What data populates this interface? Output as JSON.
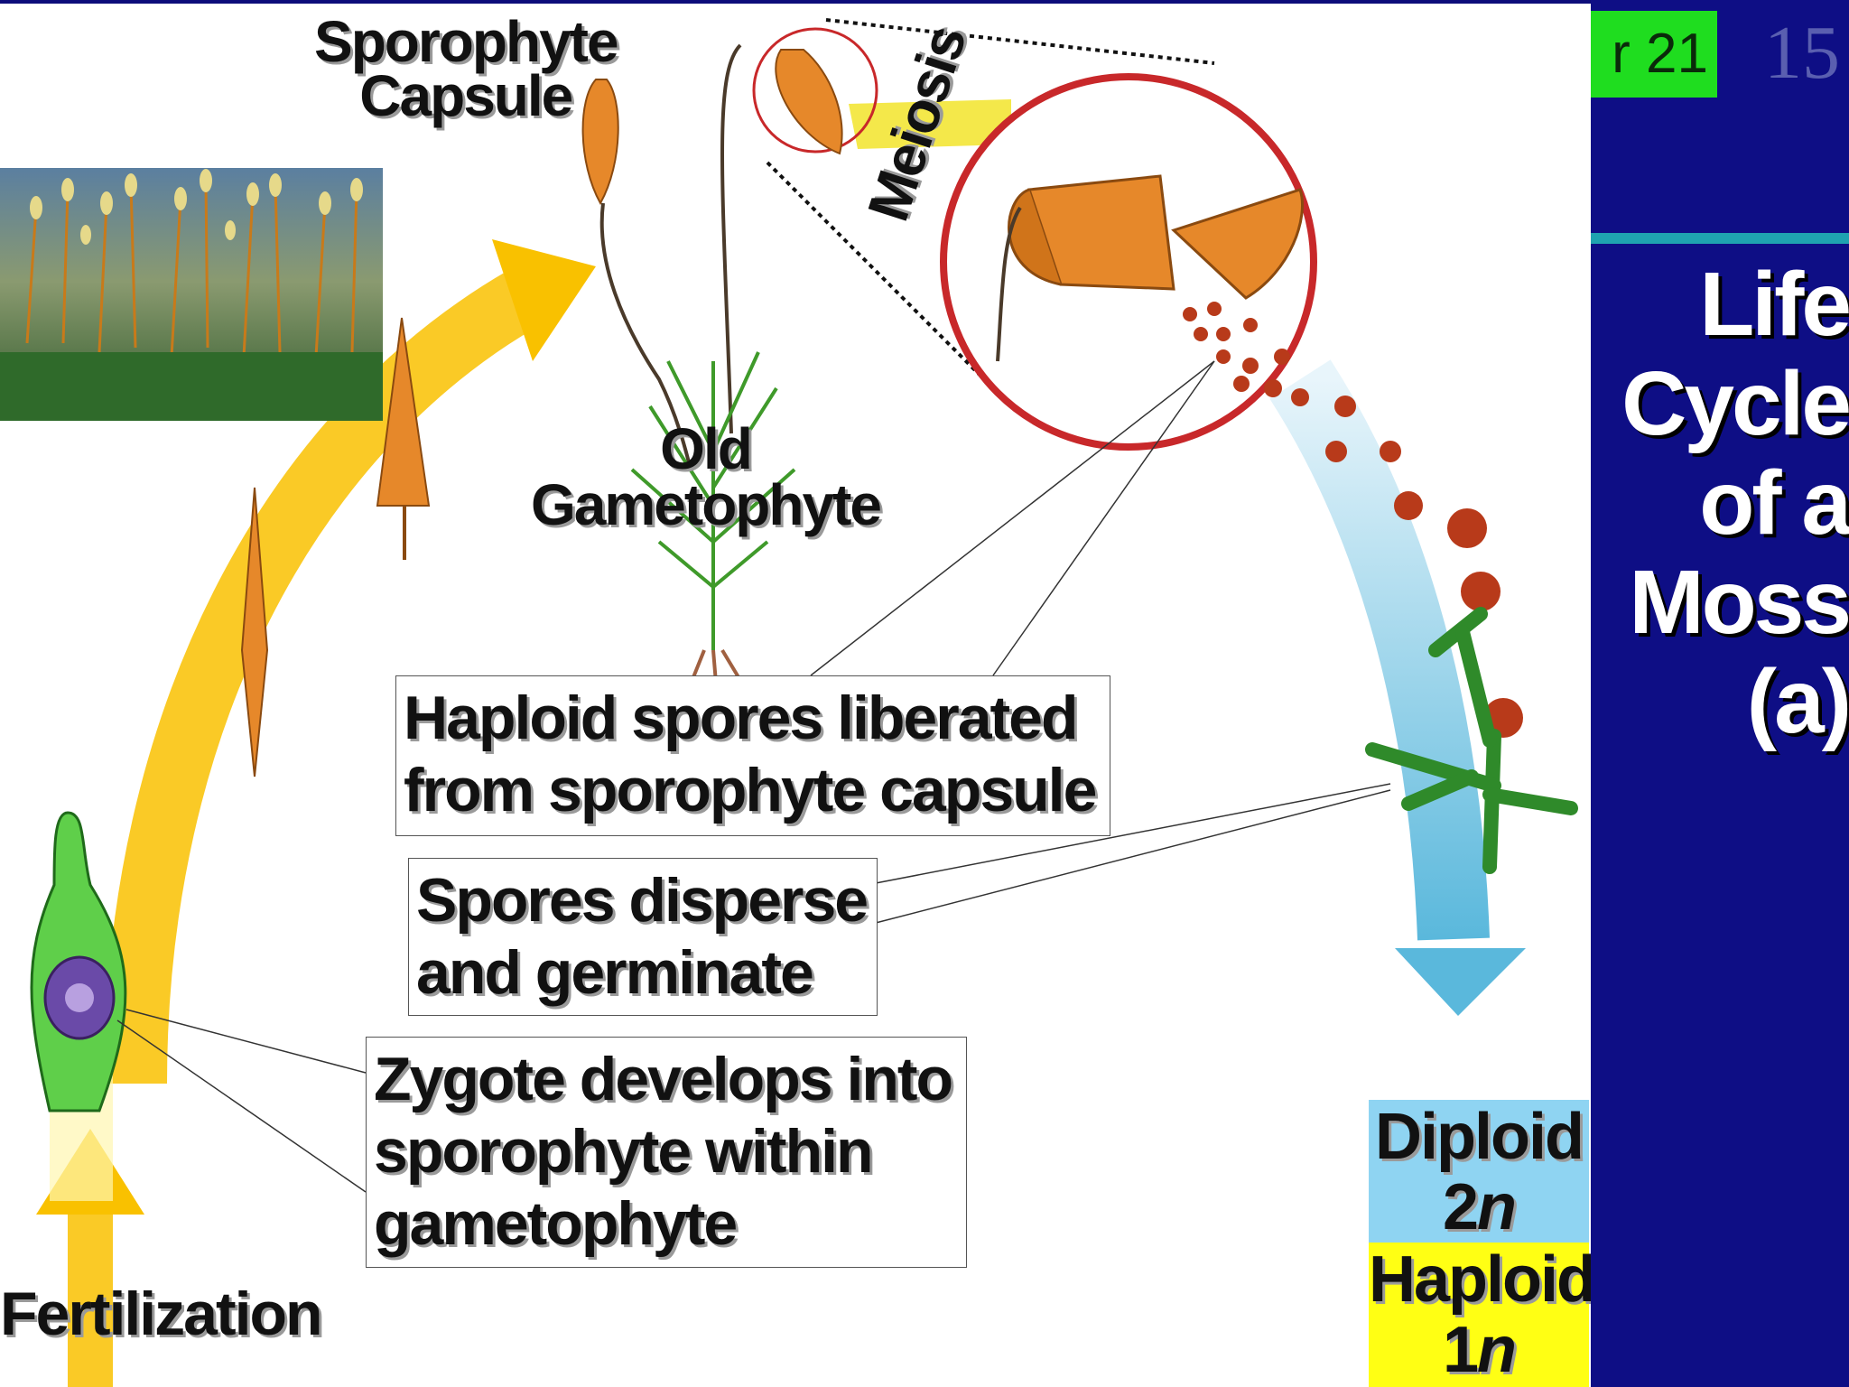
{
  "header": {
    "chapter_badge": "r 21",
    "page_number": "15"
  },
  "sidebar": {
    "title_lines": [
      "Life",
      "Cycle",
      "of a",
      "Moss",
      "(a)"
    ]
  },
  "labels": {
    "sporophyte_capsule": [
      "Sporophyte",
      "Capsule"
    ],
    "meiosis": "Meiosis",
    "old_gametophyte": [
      "Old",
      "Gametophyte"
    ],
    "fertilization": "Fertilization"
  },
  "callouts": {
    "haploid_spores": [
      "Haploid spores liberated",
      "from sporophyte capsule"
    ],
    "spores_disperse": [
      "Spores disperse",
      "and germinate"
    ],
    "zygote_develops": [
      "Zygote develops into",
      "sporophyte within",
      "gametophyte"
    ]
  },
  "legend": {
    "diploid": {
      "label": "Diploid",
      "ploidy_num": "2",
      "ploidy_var": "n",
      "color": "#8fd4f2"
    },
    "haploid": {
      "label": "Haploid",
      "ploidy_num": "1",
      "ploidy_var": "n",
      "color": "#ffff14"
    }
  },
  "colors": {
    "panel": "#0e0e85",
    "badge": "#1fdd1f",
    "diploid_arrow": "#f9c100",
    "haploid_arrow": "#6cc3e0",
    "meiosis_band": "#f4e84a",
    "zoom_circle": "#c8282a"
  }
}
